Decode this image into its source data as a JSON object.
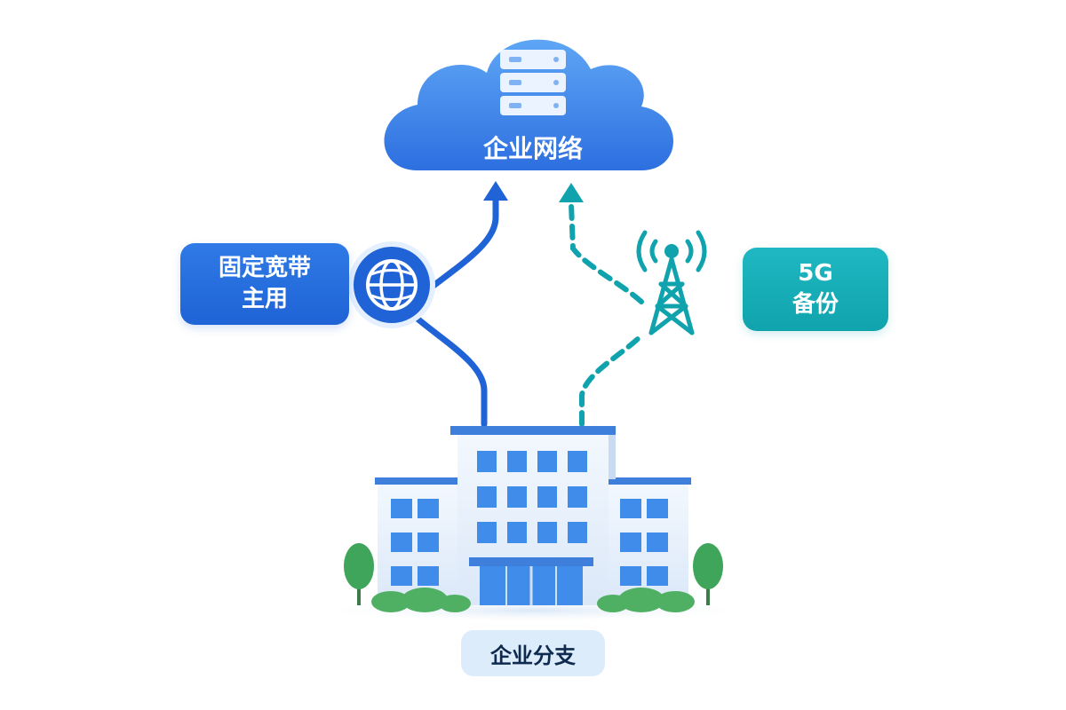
{
  "cloud": {
    "label": "企业网络",
    "icon": "server-rack-icon"
  },
  "primary_link": {
    "line1": "固定宽带",
    "line2": "主用",
    "icon": "globe-icon",
    "color": "#1f63d6"
  },
  "backup_link": {
    "line1": "5G",
    "line2": "备份",
    "icon": "cell-tower-icon",
    "color": "#10a3ad"
  },
  "branch": {
    "label": "企业分支",
    "icon": "office-building-icon"
  },
  "colors": {
    "cloud": "#3b82e8",
    "primary": "#1f63d6",
    "backup": "#10a3ad",
    "building": "#e6f0fb",
    "window": "#3f8cea"
  }
}
